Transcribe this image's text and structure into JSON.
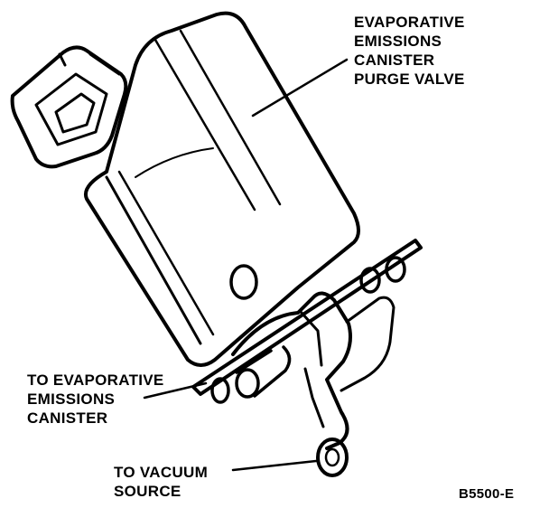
{
  "labels": {
    "purge_valve": [
      "EVAPORATIVE",
      "EMISSIONS",
      "CANISTER",
      "PURGE VALVE"
    ],
    "to_canister": [
      "TO EVAPORATIVE",
      "EMISSIONS",
      "CANISTER"
    ],
    "to_vacuum": [
      "TO VACUUM",
      "SOURCE"
    ],
    "figure_code": "B5500-E"
  },
  "colors": {
    "ink": "#000000",
    "paper": "#ffffff"
  }
}
